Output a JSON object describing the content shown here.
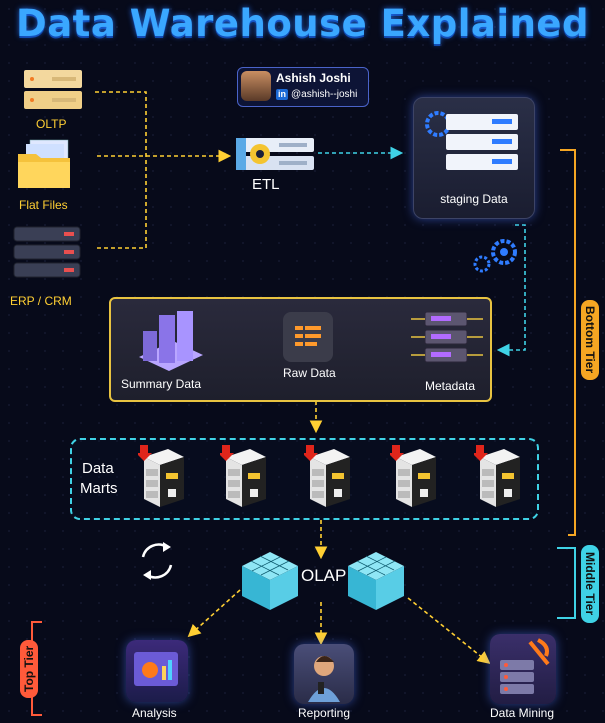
{
  "title": "Data Warehouse Explained",
  "author": {
    "name": "Ashish Joshi",
    "handle": "@ashish--joshi",
    "linkedin_badge": "in"
  },
  "sources": [
    {
      "label": "OLTP"
    },
    {
      "label": "Flat Files"
    },
    {
      "label": "ERP / CRM"
    }
  ],
  "etl": {
    "label": "ETL"
  },
  "staging": {
    "label": "staging Data"
  },
  "warehouse": {
    "summary": "Summary Data",
    "raw": "Raw Data",
    "metadata": "Metadata"
  },
  "data_marts": {
    "label_line1": "Data",
    "label_line2": "Marts",
    "count": 5
  },
  "olap": {
    "label": "OLAP"
  },
  "tiers": {
    "bottom": "Bottom Tier",
    "middle": "Middle Tier",
    "top": "Top Tier"
  },
  "outputs": [
    {
      "label": "Analysis"
    },
    {
      "label": "Reporting"
    },
    {
      "label": "Data Mining"
    }
  ],
  "colors": {
    "yellow": "#ffcf33",
    "cyan": "#3fd2e6",
    "accent": "#3aa7ff",
    "orange": "#ff7a1a"
  }
}
